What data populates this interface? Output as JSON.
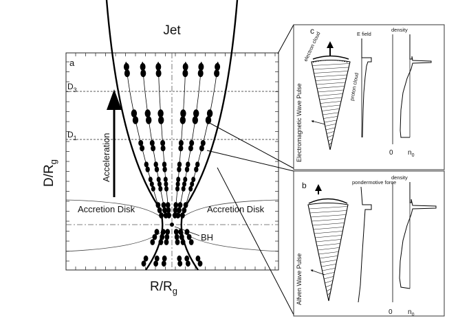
{
  "main": {
    "title": "Jet",
    "panel_label": "a",
    "y_axis": {
      "main": "D/R",
      "sub": "g"
    },
    "x_axis": {
      "main": "R/R",
      "sub": "g"
    },
    "d3": {
      "main": "D",
      "sub": "3"
    },
    "d1": {
      "main": "D",
      "sub": "1"
    },
    "acceleration": "Acceleration",
    "disk_left": "Accretion Disk",
    "disk_right": "Accretion Disk",
    "bh": "BH"
  },
  "inset_c": {
    "label": "c",
    "electron_cloud": "electron cloud",
    "proton_cloud": "proton cloud",
    "pulse": "Electromagnetic Wave Pulse",
    "efield": "E field",
    "density": "density",
    "zero": "0",
    "n0": {
      "main": "n",
      "sub": "0"
    }
  },
  "inset_b": {
    "label": "b",
    "force": "pondermotive force",
    "density": "density",
    "pulse": "Alfven Wave Pulse",
    "zero": "0",
    "n0": {
      "main": "n",
      "sub": "0"
    }
  }
}
